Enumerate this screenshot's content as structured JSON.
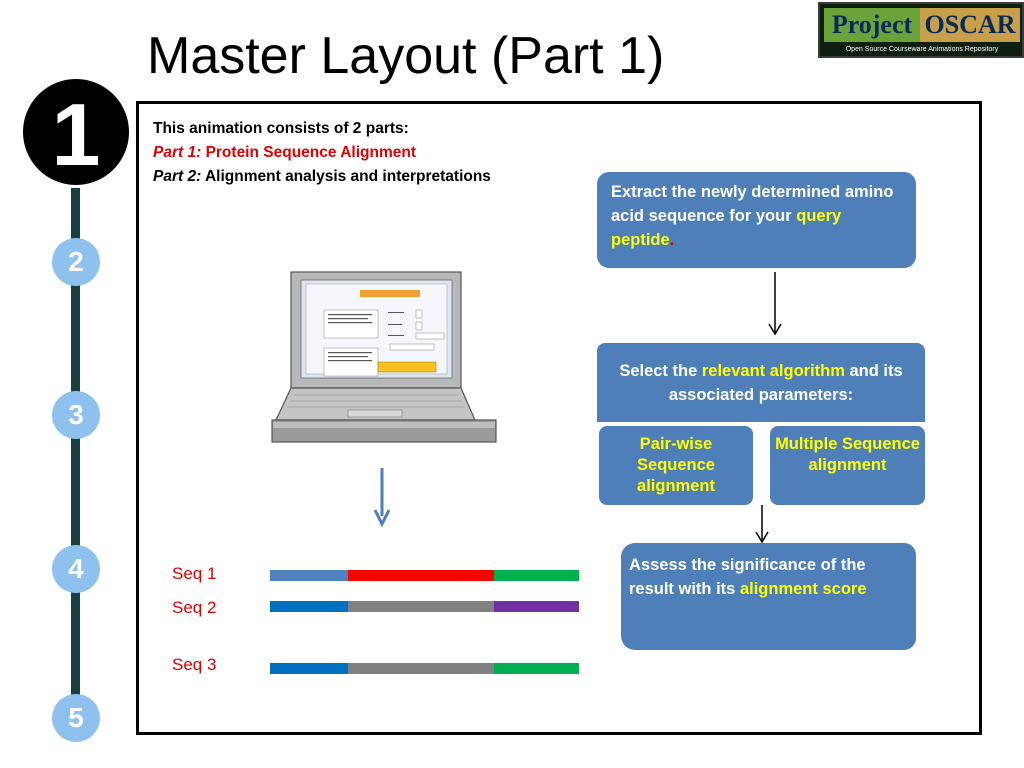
{
  "slide": {
    "title": "Master Layout (Part 1)"
  },
  "logo": {
    "word1": "Project",
    "word2": "OSCAR",
    "subtitle": "Open Source Courseware Animations Repository"
  },
  "navigation": {
    "current_step": "1",
    "steps": [
      "2",
      "3",
      "4",
      "5"
    ]
  },
  "intro": {
    "line1": "This animation consists of 2 parts:",
    "part1_label": "Part 1:",
    "part1_text": "Protein Sequence Alignment",
    "part2_label": "Part 2:",
    "part2_text": "Alignment analysis and interpretations"
  },
  "flow": {
    "extract": {
      "text": "Extract the newly determined amino acid sequence for your",
      "highlight": "query peptide",
      "end": "."
    },
    "select": {
      "text_pre": "Select the",
      "highlight": "relevant algorithm",
      "text_post": "and its associated parameters:"
    },
    "pairwise": "Pair-wise Sequence alignment",
    "multiple": "Multiple Sequence alignment",
    "assess": {
      "text": "Assess the significance of the result with its",
      "highlight": "alignment score"
    }
  },
  "sequences": {
    "labels": [
      "Seq 1",
      "Seq 2",
      "Seq 3"
    ]
  },
  "colors": {
    "box_blue": "#4f7fb8",
    "highlight_yellow": "#ffff00",
    "seq_red": "#ff0000",
    "seq_green": "#00b050",
    "seq_blue": "#0070c0",
    "seq_gray": "#808080",
    "seq_purple": "#7030a0",
    "nav_circle": "#8ec1ee"
  }
}
